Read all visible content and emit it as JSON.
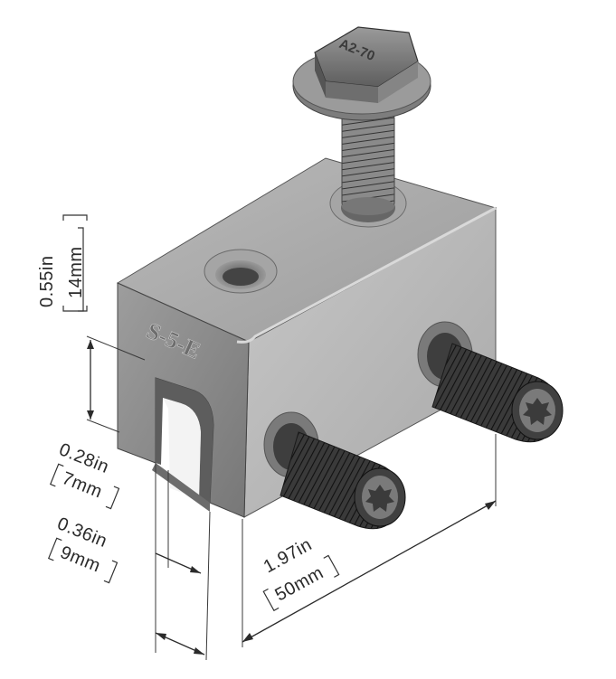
{
  "part": {
    "marking_body": "S-5-E",
    "marking_bolt": "A2-70"
  },
  "dimensions": {
    "height": {
      "imperial": "0.55in",
      "metric": "14mm"
    },
    "slot_width": {
      "imperial": "0.28in",
      "metric": "7mm"
    },
    "slot_depth": {
      "imperial": "0.36in",
      "metric": "9mm"
    },
    "length": {
      "imperial": "1.97in",
      "metric": "50mm"
    }
  },
  "colors": {
    "body_top": "#a9a9a9",
    "body_front": "#8c8c8c",
    "body_side": "#b5b5b5",
    "bolt": "#7b7b7b",
    "setscrew": "#2e2e2e",
    "dimension_line": "#2b2b2b"
  }
}
